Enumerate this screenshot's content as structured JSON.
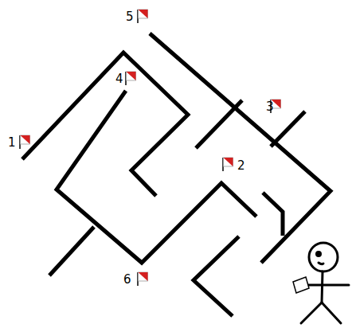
{
  "diagram": {
    "labels": [
      "5",
      "4",
      "1",
      "3",
      "2",
      "6"
    ]
  }
}
